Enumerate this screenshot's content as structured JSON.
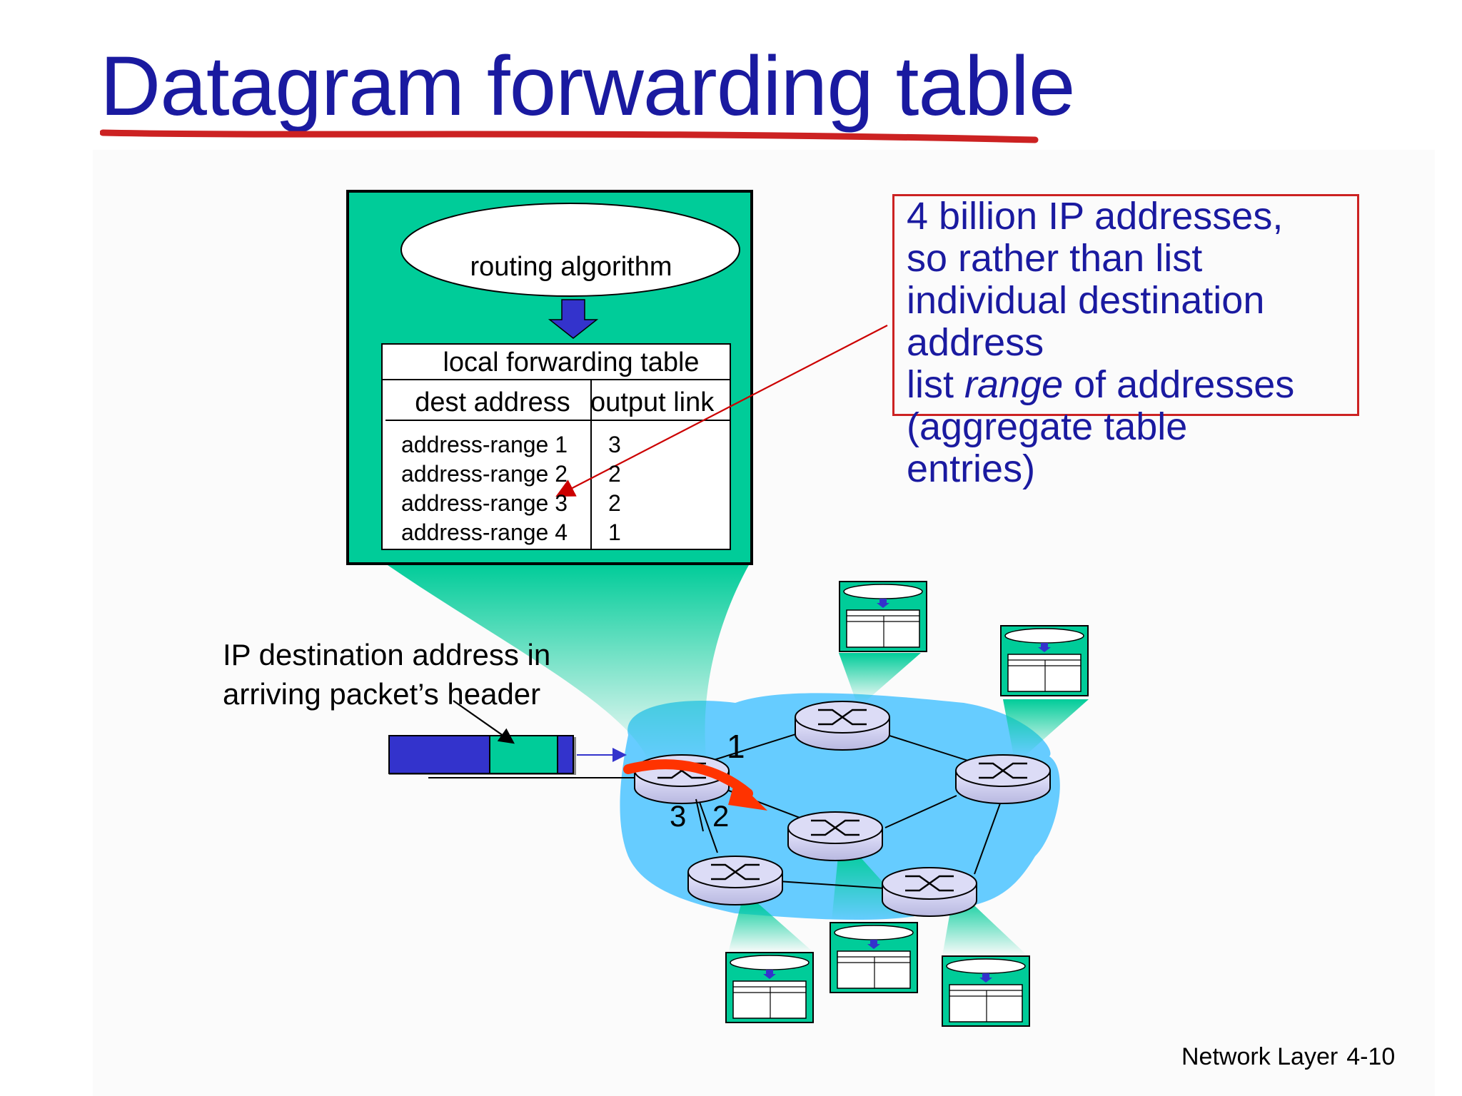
{
  "slide": {
    "title": "Datagram forwarding  table",
    "callout": {
      "line1": "4 billion IP addresses,",
      "line2": "so rather than list",
      "line3": "individual destination",
      "line4": "address",
      "line5_prefix": "list ",
      "line5_italic": "range",
      "line5_suffix": " of addresses",
      "line6": "(aggregate table",
      "line7": "entries)"
    },
    "router_box": {
      "routing_algorithm_label": "routing algorithm",
      "table_title": "local forwarding table",
      "col_dest": "dest address",
      "col_link": "output  link",
      "rows": [
        {
          "dest": "address-range 1",
          "link": "3"
        },
        {
          "dest": "address-range 2",
          "link": "2"
        },
        {
          "dest": "address-range 3",
          "link": "2"
        },
        {
          "dest": "address-range 4",
          "link": "1"
        }
      ]
    },
    "ip_label_line1": "IP destination address in",
    "ip_label_line2": "arriving packet’s header",
    "port_labels": {
      "p1": "1",
      "p2": "2",
      "p3": "3"
    },
    "footer": {
      "section": "Network Layer",
      "page": "4-10"
    },
    "colors": {
      "title": "#1a1aa0",
      "accent_red": "#cc2222",
      "router_box_fill": "#00cc99",
      "network_cloud": "#66ccff",
      "packet_blue": "#3333cc",
      "arrow_orange": "#ff3300"
    }
  }
}
